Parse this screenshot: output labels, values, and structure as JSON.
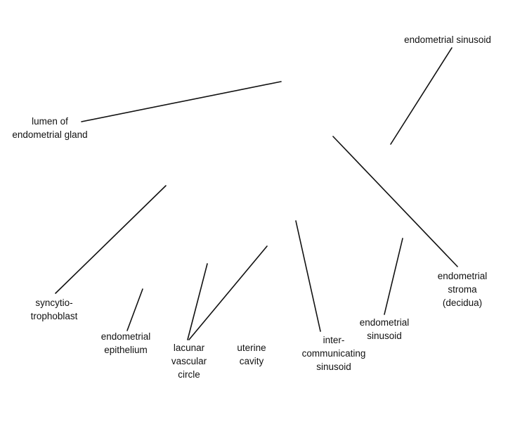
{
  "labels": {
    "endometrial_sinusoid_top": [
      "endometrial sinusoid"
    ],
    "lumen_gland": [
      "lumen of",
      "endometrial gland"
    ],
    "syncytiotrophoblast": [
      "syncytio-",
      "trophoblast"
    ],
    "endometrial_epithelium": [
      "endometrial",
      "epithelium"
    ],
    "lacunar_vascular_circle": [
      "lacunar",
      "vascular",
      "circle"
    ],
    "uterine_cavity": [
      "uterine",
      "cavity"
    ],
    "intercommunicating_sinusoid": [
      "inter-",
      "communicating",
      "sinusoid"
    ],
    "endometrial_sinusoid_bottom": [
      "endometrial",
      "sinusoid"
    ],
    "endometrial_stroma": [
      "endometrial",
      "stroma",
      "(decidua)"
    ]
  }
}
